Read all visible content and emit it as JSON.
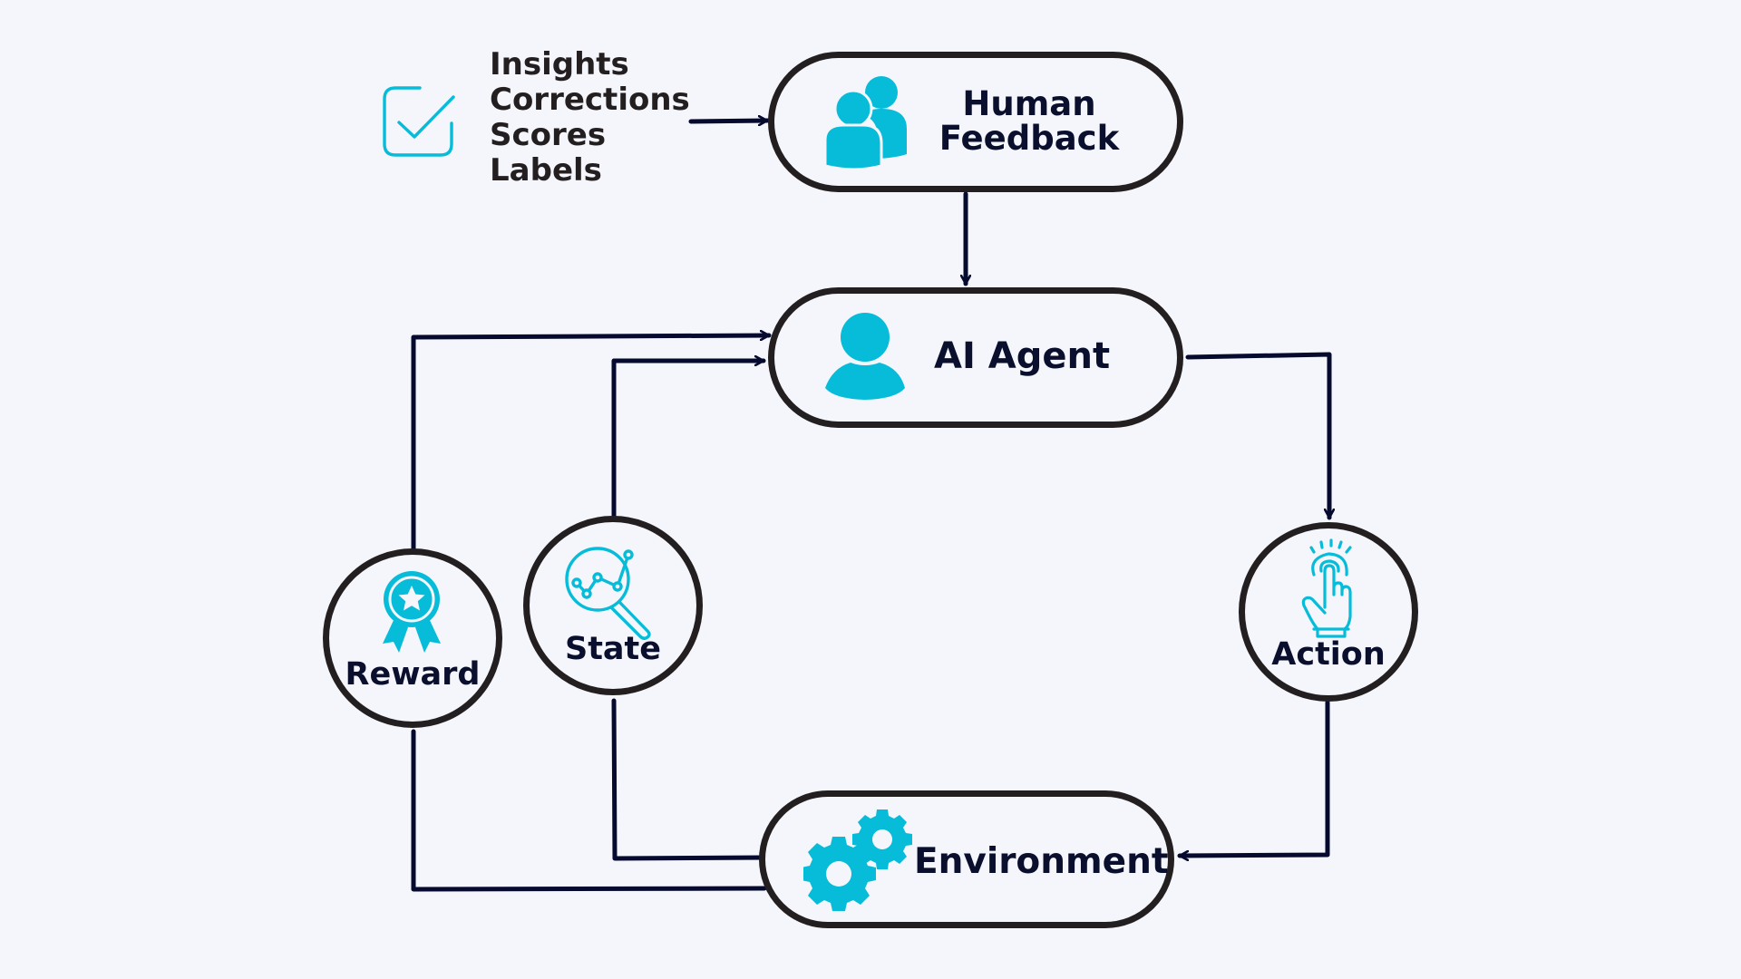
{
  "diagram": {
    "title": "Reinforcement Learning from Human Feedback loop",
    "feedback_types": [
      "Insights",
      "Corrections",
      "Scores",
      "Labels"
    ],
    "nodes": {
      "human_feedback": {
        "label_line1": "Human",
        "label_line2": "Feedback",
        "icon": "users-icon"
      },
      "ai_agent": {
        "label": "AI Agent",
        "icon": "user-icon"
      },
      "environment": {
        "label": "Environment",
        "icon": "gears-icon"
      },
      "reward": {
        "label": "Reward",
        "icon": "award-badge-icon"
      },
      "state": {
        "label": "State",
        "icon": "search-chart-icon"
      },
      "action": {
        "label": "Action",
        "icon": "tap-hand-icon"
      }
    },
    "edges": [
      {
        "from": "feedback_types",
        "to": "human_feedback"
      },
      {
        "from": "human_feedback",
        "to": "ai_agent"
      },
      {
        "from": "ai_agent",
        "to": "action"
      },
      {
        "from": "action",
        "to": "environment"
      },
      {
        "from": "environment",
        "to": "state"
      },
      {
        "from": "environment",
        "to": "reward"
      },
      {
        "from": "state",
        "to": "ai_agent"
      },
      {
        "from": "reward",
        "to": "ai_agent"
      }
    ],
    "colors": {
      "accent": "#06bcd9",
      "text": "#0b0f2e",
      "border": "#231f20",
      "connector": "#050a2e",
      "background": "#f4f6fb"
    }
  }
}
